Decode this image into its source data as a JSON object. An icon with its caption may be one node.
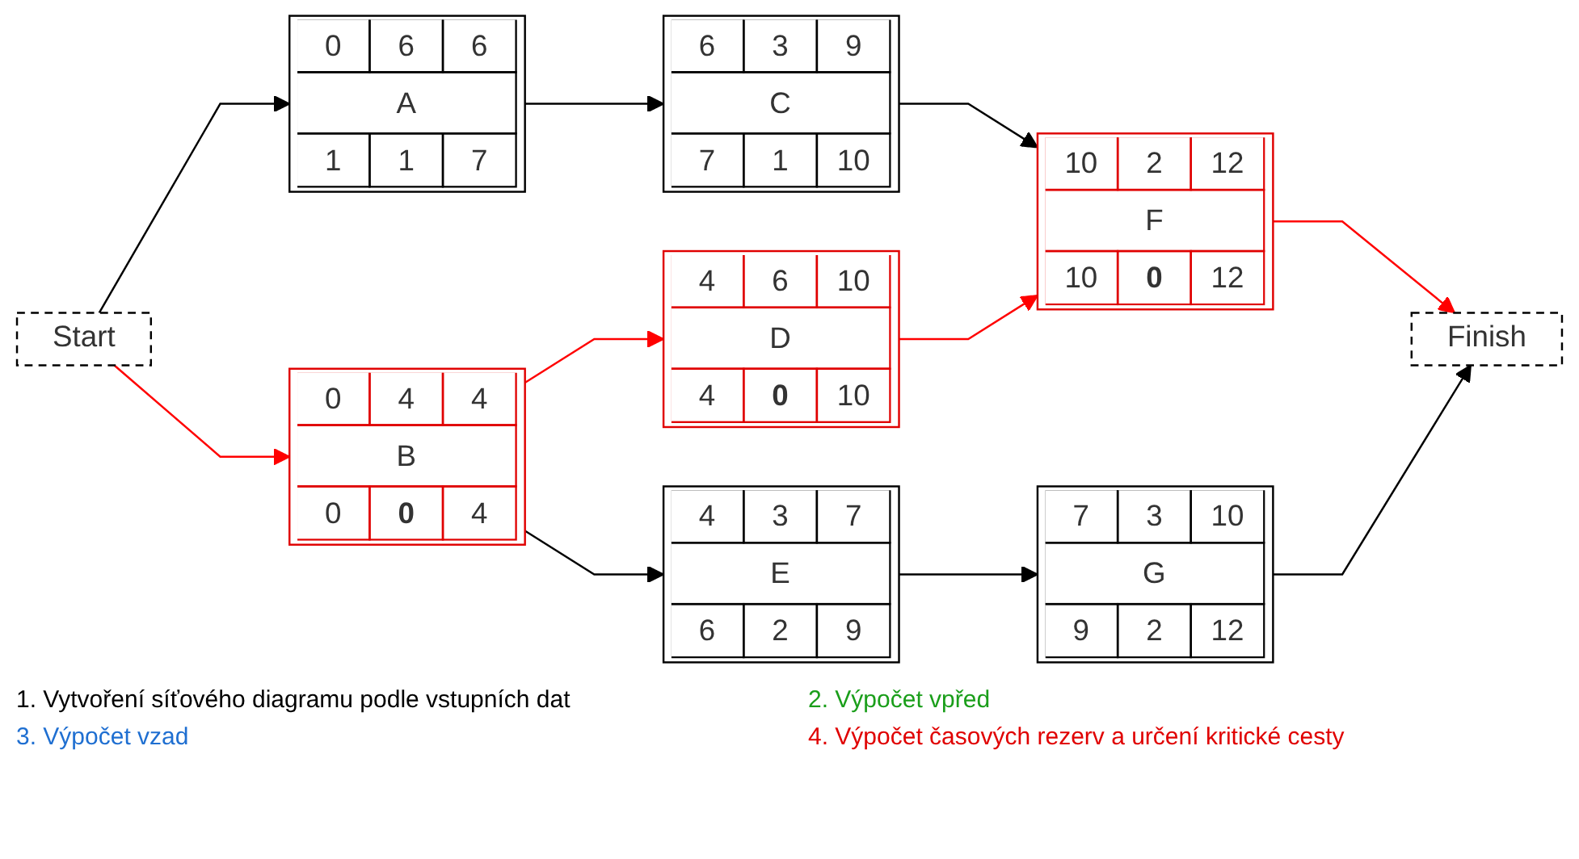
{
  "diagram": {
    "nodes": [
      {
        "text": [
          "Start"
        ]
      },
      {
        "text": [
          "0",
          "6",
          "6",
          "A",
          "1",
          "1",
          "7"
        ]
      },
      {
        "text": [
          "0",
          "4",
          "4",
          "B",
          "0",
          "0",
          "4"
        ]
      },
      {
        "text": [
          "6",
          "3",
          "9",
          "C",
          "7",
          "1",
          "10"
        ]
      },
      {
        "text": [
          "4",
          "6",
          "10",
          "D",
          "4",
          "0",
          "10"
        ]
      },
      {
        "text": [
          "4",
          "3",
          "7",
          "E",
          "6",
          "2",
          "9"
        ]
      },
      {
        "text": [
          "10",
          "2",
          "12",
          "F",
          "10",
          "0",
          "12"
        ]
      },
      {
        "text": [
          "7",
          "3",
          "10",
          "G",
          "9",
          "2",
          "12"
        ]
      },
      {
        "text": [
          "Finish"
        ]
      }
    ],
    "edges": [
      {
        "from": 0,
        "to": 1,
        "arrow": "to"
      },
      {
        "from": 0,
        "to": 2,
        "arrow": "to",
        "color": "#ff0000"
      },
      {
        "from": 1,
        "to": 3,
        "arrow": "to"
      },
      {
        "from": 2,
        "to": 4,
        "arrow": "to",
        "color": "#ff0000"
      },
      {
        "from": 2,
        "to": 5,
        "arrow": "to"
      },
      {
        "from": 3,
        "to": 6,
        "arrow": "to"
      },
      {
        "from": 4,
        "to": 6,
        "arrow": "to",
        "color": "#ff0000"
      },
      {
        "from": 5,
        "to": 7,
        "arrow": "to"
      },
      {
        "from": 6,
        "to": 8,
        "arrow": "to",
        "color": "#ff0000"
      },
      {
        "from": 7,
        "to": 8,
        "arrow": "to"
      }
    ],
    "labels": [
      "1. Vytvoření síťového diagramu podle vstupních dat",
      "2. Výpočet vpřed",
      "3. Výpočet vzad",
      "4. Výpočet časových rezerv a určení kritické cesty"
    ]
  }
}
